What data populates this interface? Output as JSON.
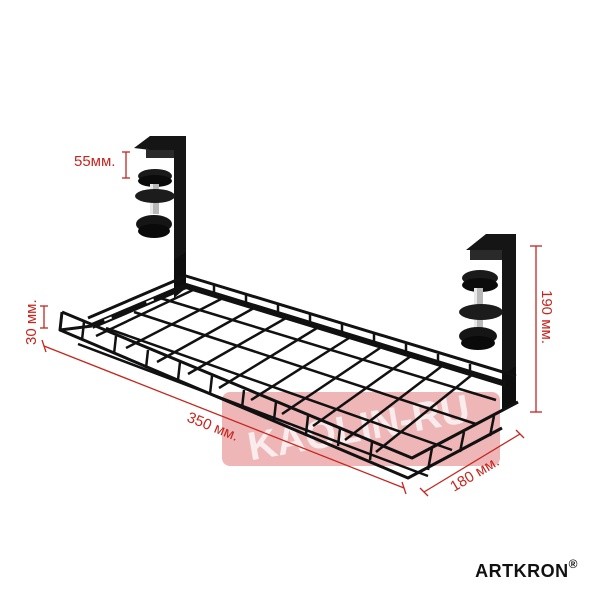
{
  "image": {
    "subject": "wire cable tray with two desk clamps",
    "watermark": "KAOLIN-RU",
    "watermark_color": "#e07a7a"
  },
  "dimensions": {
    "clamp_gap": "55мм.",
    "tray_height": "30 мм.",
    "length": "350 мм.",
    "depth": "180 мм.",
    "total_height": "190 мм."
  },
  "brand": {
    "name": "ARTKRON",
    "registered_mark": "®"
  },
  "colors": {
    "dimension_lines": "#c4271f",
    "product": "#111111",
    "background": "#ffffff"
  }
}
